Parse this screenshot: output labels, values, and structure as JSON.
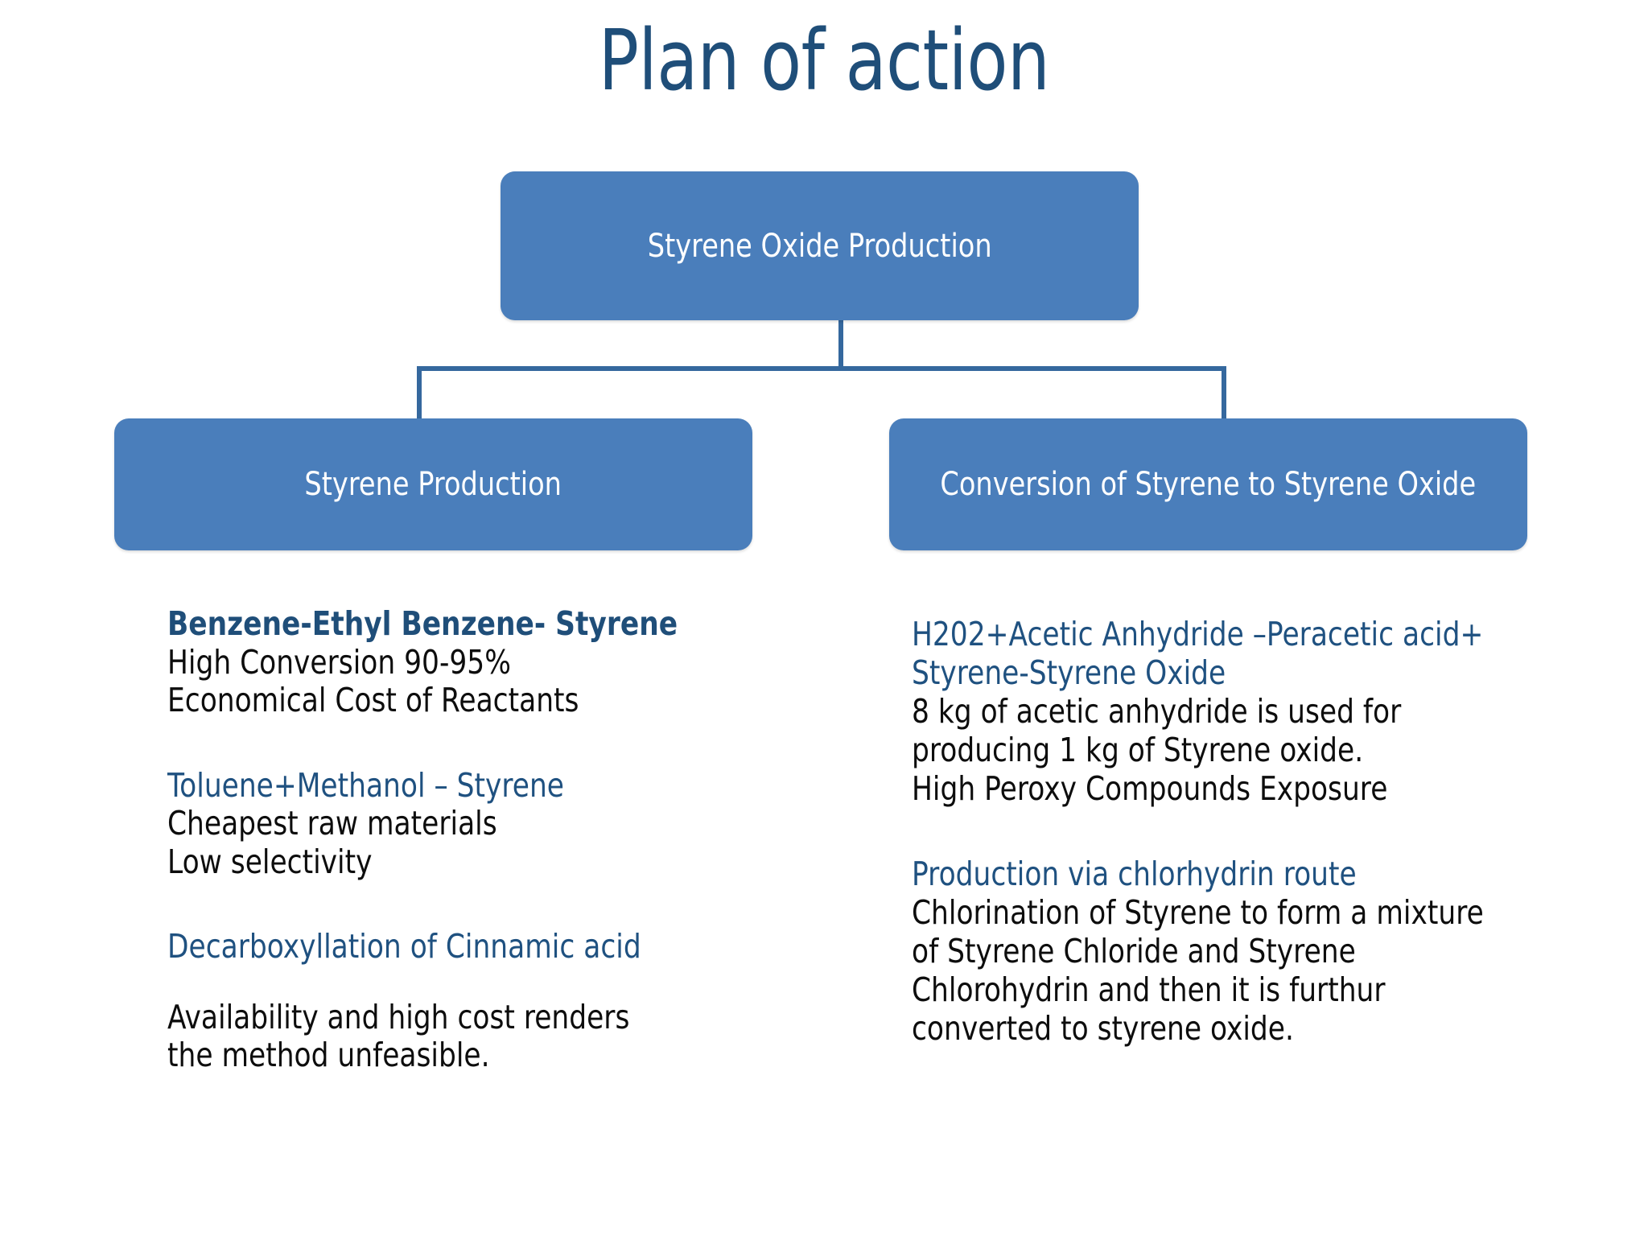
{
  "slide": {
    "title": "Plan of action",
    "background_color": "#ffffff",
    "accent_box_color": "#4a7ebb",
    "connector_color": "#35689e",
    "heading_color": "#1f4e79",
    "body_color": "#0d0d0d"
  },
  "flowchart": {
    "root": {
      "label": "Styrene Oxide  Production"
    },
    "branches": [
      {
        "label": "Styrene Production"
      },
      {
        "label": "Conversion of Styrene to Styrene Oxide"
      }
    ]
  },
  "left_column": {
    "sections": [
      {
        "heading": "Benzene-Ethyl Benzene- Styrene",
        "lines": [
          "High Conversion 90-95%",
          "Economical Cost of  Reactants"
        ]
      },
      {
        "heading": "Toluene+Methanol – Styrene",
        "lines": [
          "Cheapest raw materials",
          "Low selectivity"
        ]
      },
      {
        "heading": "Decarboxyllation of Cinnamic acid",
        "lines": [
          "Availability and high cost renders",
          "the method unfeasible."
        ]
      }
    ]
  },
  "right_column": {
    "sections": [
      {
        "heading_line_1": "H202+Acetic Anhydride –Peracetic acid+",
        "heading_line_2": "Styrene-Styrene Oxide",
        "lines": [
          "8 kg of acetic anhydride is used for",
          "producing 1 kg of Styrene oxide.",
          "High Peroxy Compounds Exposure"
        ]
      },
      {
        "heading_line_1": "Production via chlorhydrin route",
        "lines": [
          "Chlorination of Styrene to form a mixture",
          "of Styrene Chloride and Styrene",
          "Chlorohydrin and then it is furthur",
          "converted to styrene oxide."
        ]
      }
    ]
  }
}
